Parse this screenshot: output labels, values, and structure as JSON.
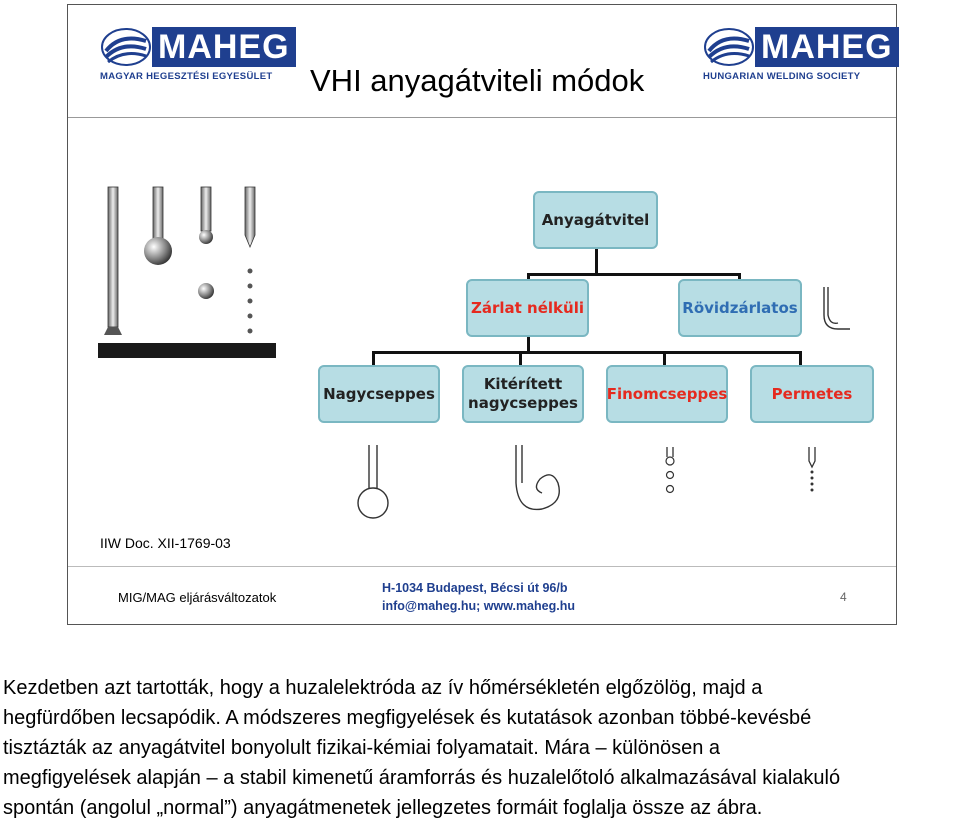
{
  "slide": {
    "title": "VHI anyagátviteli módok",
    "logo_left": {
      "name": "MAHEG",
      "subtitle": "MAGYAR HEGESZTÉSI EGYESÜLET"
    },
    "logo_right": {
      "name": "MAHEG",
      "subtitle": "HUNGARIAN WELDING SOCIETY"
    },
    "doc_ref": "IIW Doc. XII-1769-03",
    "footer_left": "MIG/MAG eljárásváltozatok",
    "address_line1": "H-1034 Budapest, Bécsi út 96/b",
    "address_line2": "info@maheg.hu; www.maheg.hu",
    "page_number": "4"
  },
  "diagram": {
    "root": "Anyagátvitel",
    "level2": [
      "Zárlat nélküli",
      "Rövidzárlatos"
    ],
    "level3": [
      "Nagycseppes",
      "Kitérített\nnagycseppes",
      "Finomcseppes",
      "Permetes"
    ]
  },
  "caption": {
    "lines": [
      "Kezdetben azt tartották, hogy a huzalelektróda az ív hőmérsékletén elgőzölög, majd a",
      "hegfürdőben lecsapódik. A módszeres megfigyelések és kutatások azonban többé-kevésbé",
      "tisztázták az anyagátvitel bonyolult fizikai-kémiai folyamatait. Mára – különösen a",
      "megfigyelések alapján – a stabil kimenetű áramforrás és huzalelőtoló alkalmazásával kialakuló",
      "spontán (angolul „normal”) anyagátmenetek jellegzetes formáit foglalja össze az ábra."
    ]
  }
}
